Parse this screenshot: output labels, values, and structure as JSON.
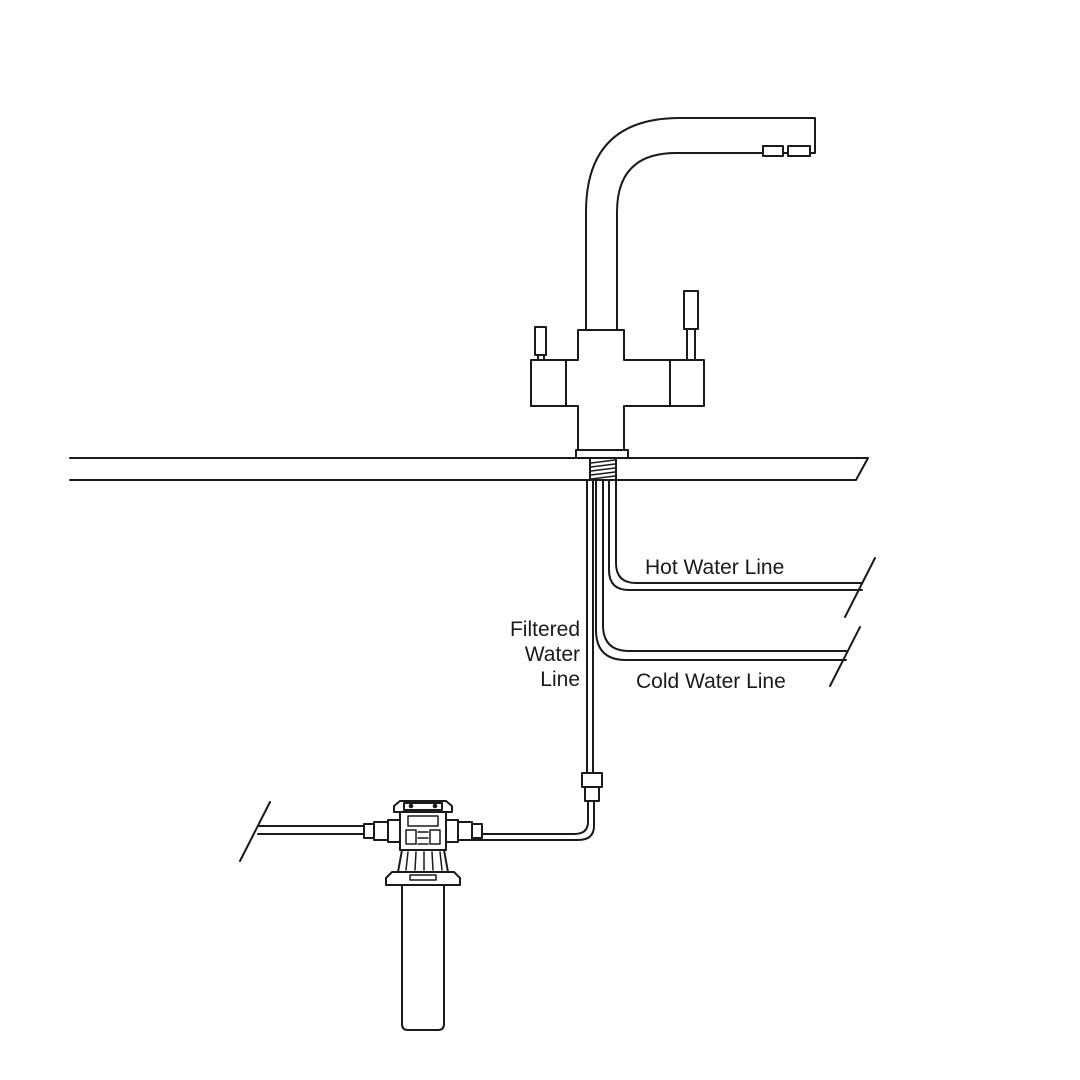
{
  "labels": {
    "hot_water_line": "Hot Water Line",
    "cold_water_line": "Cold Water Line",
    "filtered_water_line": [
      "Filtered",
      "Water",
      "Line"
    ]
  },
  "colors": {
    "line": "#1a1a1a",
    "background": "#ffffff"
  }
}
